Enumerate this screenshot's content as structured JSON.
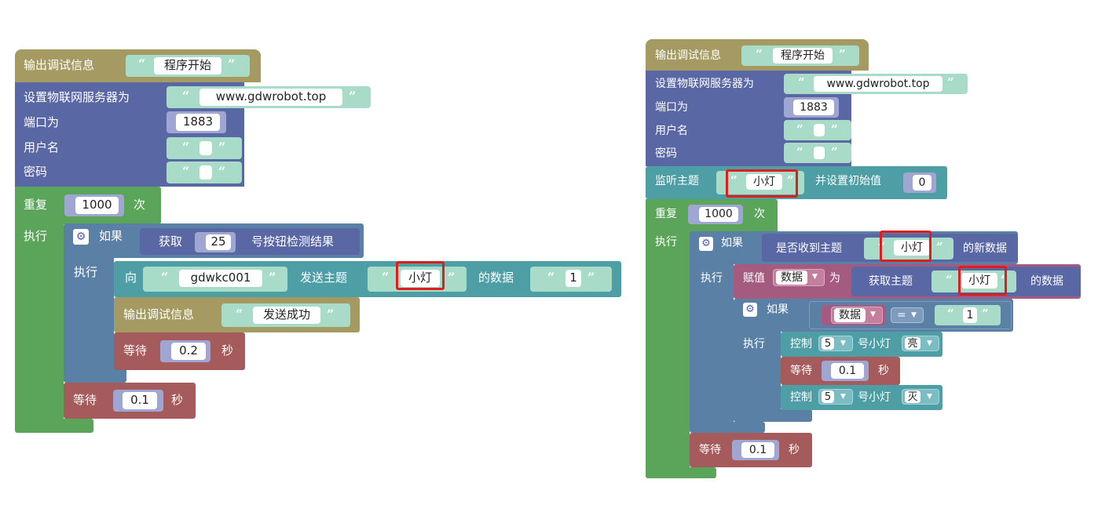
{
  "colors": {
    "debug": "#A59B62",
    "iot": "#5A67A5",
    "text": "#A9DCC8",
    "number": "#9FA6D2",
    "loop": "#5BA55B",
    "logic": "#5B80A5",
    "wait": "#A55B5B",
    "send": "#4E9EA6",
    "var": "#A55B80",
    "highlight": "#E21B1B"
  },
  "left": {
    "debug_label": "输出调试信息",
    "debug_text": "程序开始",
    "server_label": "设置物联网服务器为",
    "server_value": "www.gdwrobot.top",
    "port_label": "端口为",
    "port_value": "1883",
    "user_label": "用户名",
    "user_value": "",
    "pass_label": "密码",
    "pass_value": "",
    "repeat_label": "重复",
    "repeat_count": "1000",
    "repeat_unit": "次",
    "do_label": "执行",
    "if_label": "如果",
    "get_label": "获取",
    "button_no": "25",
    "button_result": "号按钮检测结果",
    "do2_label": "执行",
    "to_label": "向",
    "device_id": "gdwkc001",
    "send_topic_label": "发送主题",
    "topic": "小灯",
    "data_of_label": "的数据",
    "data_value": "1",
    "debug2_label": "输出调试信息",
    "debug2_text": "发送成功",
    "wait1_label": "等待",
    "wait1_value": "0.2",
    "wait1_unit": "秒",
    "wait2_label": "等待",
    "wait2_value": "0.1",
    "wait2_unit": "秒"
  },
  "right": {
    "debug_label": "输出调试信息",
    "debug_text": "程序开始",
    "server_label": "设置物联网服务器为",
    "server_value": "www.gdwrobot.top",
    "port_label": "端口为",
    "port_value": "1883",
    "user_label": "用户名",
    "user_value": "",
    "pass_label": "密码",
    "pass_value": "",
    "listen_label": "监听主题",
    "listen_topic": "小灯",
    "init_label": "并设置初始值",
    "init_value": "0",
    "repeat_label": "重复",
    "repeat_count": "1000",
    "repeat_unit": "次",
    "do_label": "执行",
    "if_label": "如果",
    "received_label": "是否收到主题",
    "received_topic": "小灯",
    "new_data_label": "的新数据",
    "do2_label": "执行",
    "assign_label": "赋值",
    "var_name": "数据",
    "as_label": "为",
    "get_topic_label": "获取主题",
    "get_topic": "小灯",
    "topic_data_label": "的数据",
    "if2_label": "如果",
    "cmp_var": "数据",
    "cmp_op": "=",
    "cmp_value": "1",
    "do3_label": "执行",
    "control1_label": "控制",
    "control1_pin": "5",
    "control1_mid": "号小灯",
    "control1_state": "亮",
    "wait_inner_label": "等待",
    "wait_inner_value": "0.1",
    "wait_inner_unit": "秒",
    "control2_label": "控制",
    "control2_pin": "5",
    "control2_mid": "号小灯",
    "control2_state": "灭",
    "wait_label": "等待",
    "wait_value": "0.1",
    "wait_unit": "秒"
  }
}
